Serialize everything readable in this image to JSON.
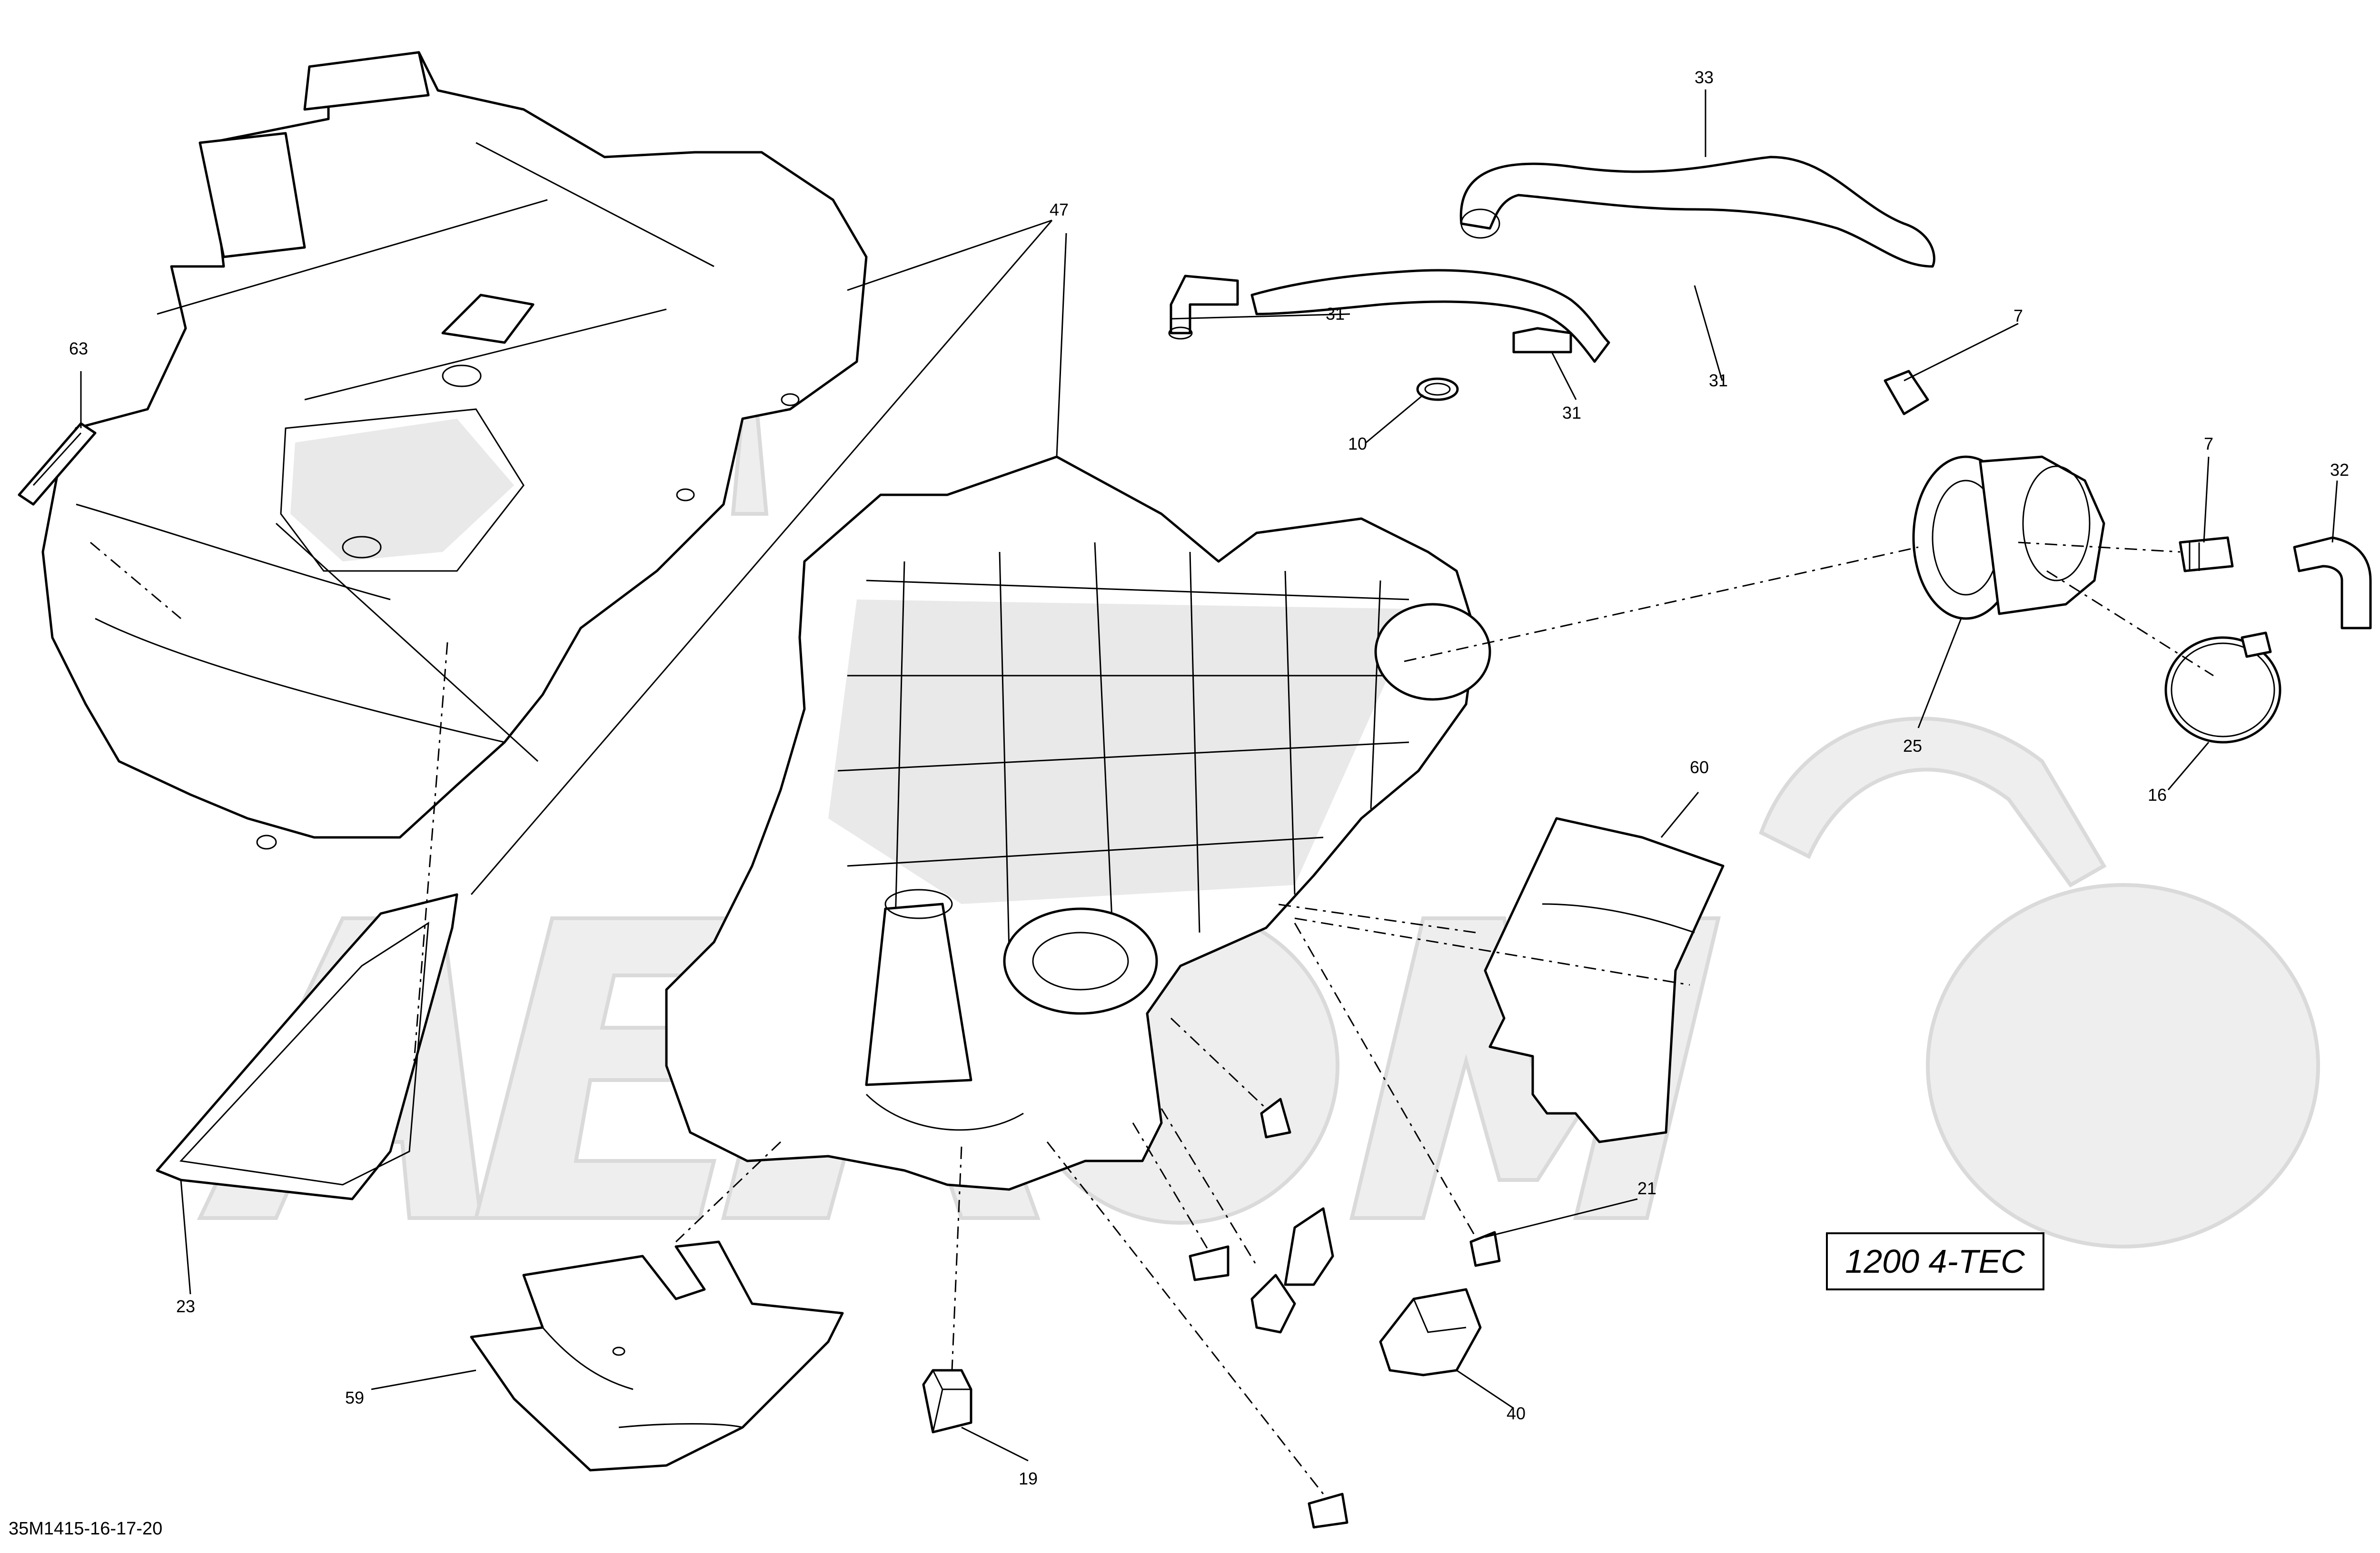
{
  "watermark": {
    "text": "AeroMoto"
  },
  "model_label": "1200 4-TEC",
  "drawing_code": "35M1415-16-17-20",
  "callouts": [
    {
      "id": "c63",
      "label": "63"
    },
    {
      "id": "c47",
      "label": "47"
    },
    {
      "id": "c33",
      "label": "33"
    },
    {
      "id": "c31a",
      "label": "31"
    },
    {
      "id": "c31b",
      "label": "31"
    },
    {
      "id": "c31c",
      "label": "31"
    },
    {
      "id": "c10",
      "label": "10"
    },
    {
      "id": "c7a",
      "label": "7"
    },
    {
      "id": "c7b",
      "label": "7"
    },
    {
      "id": "c32",
      "label": "32"
    },
    {
      "id": "c25",
      "label": "25"
    },
    {
      "id": "c16",
      "label": "16"
    },
    {
      "id": "c60",
      "label": "60"
    },
    {
      "id": "c21",
      "label": "21"
    },
    {
      "id": "c23",
      "label": "23"
    },
    {
      "id": "c59",
      "label": "59"
    },
    {
      "id": "c19",
      "label": "19"
    },
    {
      "id": "c40",
      "label": "40"
    }
  ]
}
